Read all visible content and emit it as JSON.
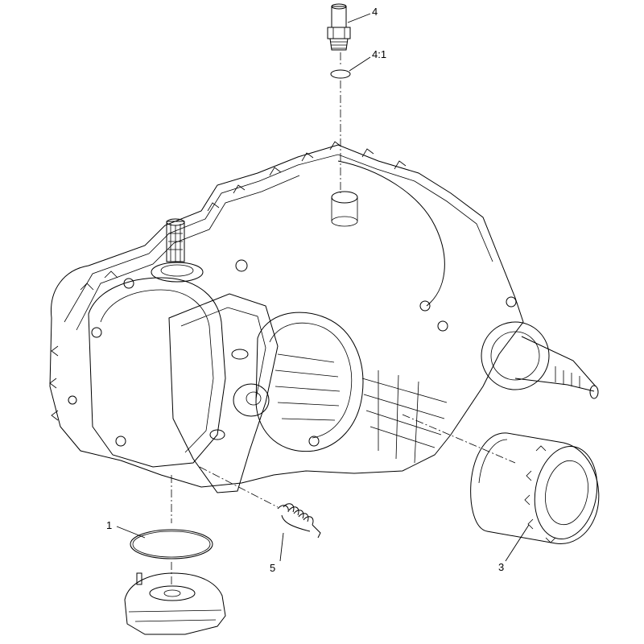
{
  "callouts": {
    "c1": "1",
    "c3": "3",
    "c4": "4",
    "c41": "4:1",
    "c5": "5"
  }
}
